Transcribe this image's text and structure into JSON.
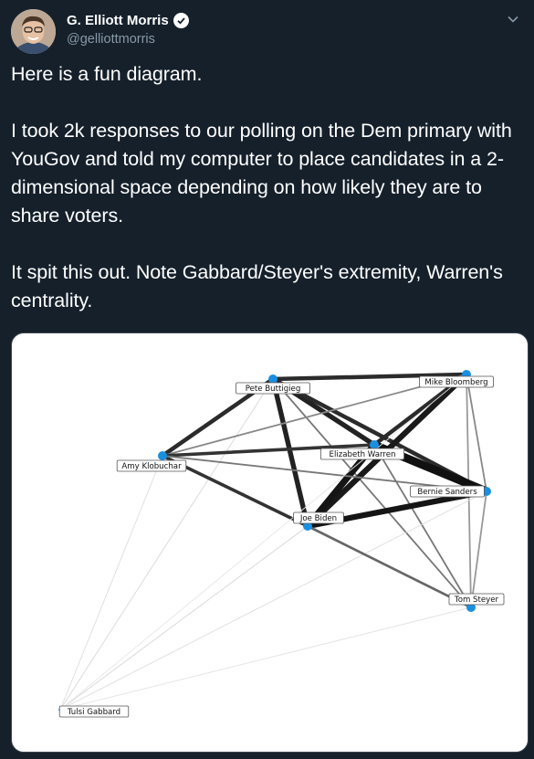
{
  "author": {
    "name": "G. Elliott Morris",
    "handle": "@gelliottmorris",
    "verified": true
  },
  "tweet": {
    "paragraphs": [
      "Here is a fun diagram.",
      "I took 2k responses to our polling on the Dem primary with YouGov and told my computer to place candidates in a 2-dimensional space depending on how likely they are to share voters.",
      "It spit this out. Note Gabbard/Steyer's extremity, Warren's centrality."
    ]
  },
  "diagram": {
    "node_color": "#1a8fe0",
    "nodes": [
      {
        "id": "buttigieg",
        "label": "Pete Buttigieg"
      },
      {
        "id": "bloomberg",
        "label": "Mike Bloomberg"
      },
      {
        "id": "warren",
        "label": "Elizabeth Warren"
      },
      {
        "id": "klobuchar",
        "label": "Amy Klobuchar"
      },
      {
        "id": "sanders",
        "label": "Bernie Sanders"
      },
      {
        "id": "biden",
        "label": "Joe Biden"
      },
      {
        "id": "steyer",
        "label": "Tom Steyer"
      },
      {
        "id": "gabbard",
        "label": "Tulsi Gabbard"
      }
    ],
    "edges": [
      {
        "source": "buttigieg",
        "target": "bloomberg",
        "weight": 5,
        "shade": "#2b2b2b"
      },
      {
        "source": "buttigieg",
        "target": "klobuchar",
        "weight": 5,
        "shade": "#2b2b2b"
      },
      {
        "source": "buttigieg",
        "target": "warren",
        "weight": 6,
        "shade": "#222222"
      },
      {
        "source": "buttigieg",
        "target": "biden",
        "weight": 6,
        "shade": "#222222"
      },
      {
        "source": "buttigieg",
        "target": "sanders",
        "weight": 5,
        "shade": "#2b2b2b"
      },
      {
        "source": "buttigieg",
        "target": "steyer",
        "weight": 2,
        "shade": "#777777"
      },
      {
        "source": "buttigieg",
        "target": "gabbard",
        "weight": 1,
        "shade": "#d8d8d8"
      },
      {
        "source": "bloomberg",
        "target": "warren",
        "weight": 5,
        "shade": "#2b2b2b"
      },
      {
        "source": "bloomberg",
        "target": "biden",
        "weight": 7,
        "shade": "#1a1a1a"
      },
      {
        "source": "bloomberg",
        "target": "klobuchar",
        "weight": 2,
        "shade": "#888888"
      },
      {
        "source": "bloomberg",
        "target": "sanders",
        "weight": 2,
        "shade": "#888888"
      },
      {
        "source": "bloomberg",
        "target": "steyer",
        "weight": 2,
        "shade": "#999999"
      },
      {
        "source": "warren",
        "target": "sanders",
        "weight": 10,
        "shade": "#111111"
      },
      {
        "source": "warren",
        "target": "biden",
        "weight": 8,
        "shade": "#151515"
      },
      {
        "source": "warren",
        "target": "klobuchar",
        "weight": 4,
        "shade": "#333333"
      },
      {
        "source": "warren",
        "target": "steyer",
        "weight": 2,
        "shade": "#777777"
      },
      {
        "source": "klobuchar",
        "target": "biden",
        "weight": 4,
        "shade": "#333333"
      },
      {
        "source": "klobuchar",
        "target": "sanders",
        "weight": 2,
        "shade": "#777777"
      },
      {
        "source": "klobuchar",
        "target": "gabbard",
        "weight": 1,
        "shade": "#dddddd"
      },
      {
        "source": "sanders",
        "target": "biden",
        "weight": 7,
        "shade": "#151515"
      },
      {
        "source": "sanders",
        "target": "steyer",
        "weight": 2,
        "shade": "#999999"
      },
      {
        "source": "sanders",
        "target": "gabbard",
        "weight": 1,
        "shade": "#dddddd"
      },
      {
        "source": "biden",
        "target": "steyer",
        "weight": 3,
        "shade": "#666666"
      },
      {
        "source": "biden",
        "target": "gabbard",
        "weight": 1,
        "shade": "#d6d6d6"
      },
      {
        "source": "steyer",
        "target": "gabbard",
        "weight": 1,
        "shade": "#e2e2e2"
      },
      {
        "source": "bloomberg",
        "target": "gabbard",
        "weight": 1,
        "shade": "#e6e6e6"
      }
    ]
  }
}
